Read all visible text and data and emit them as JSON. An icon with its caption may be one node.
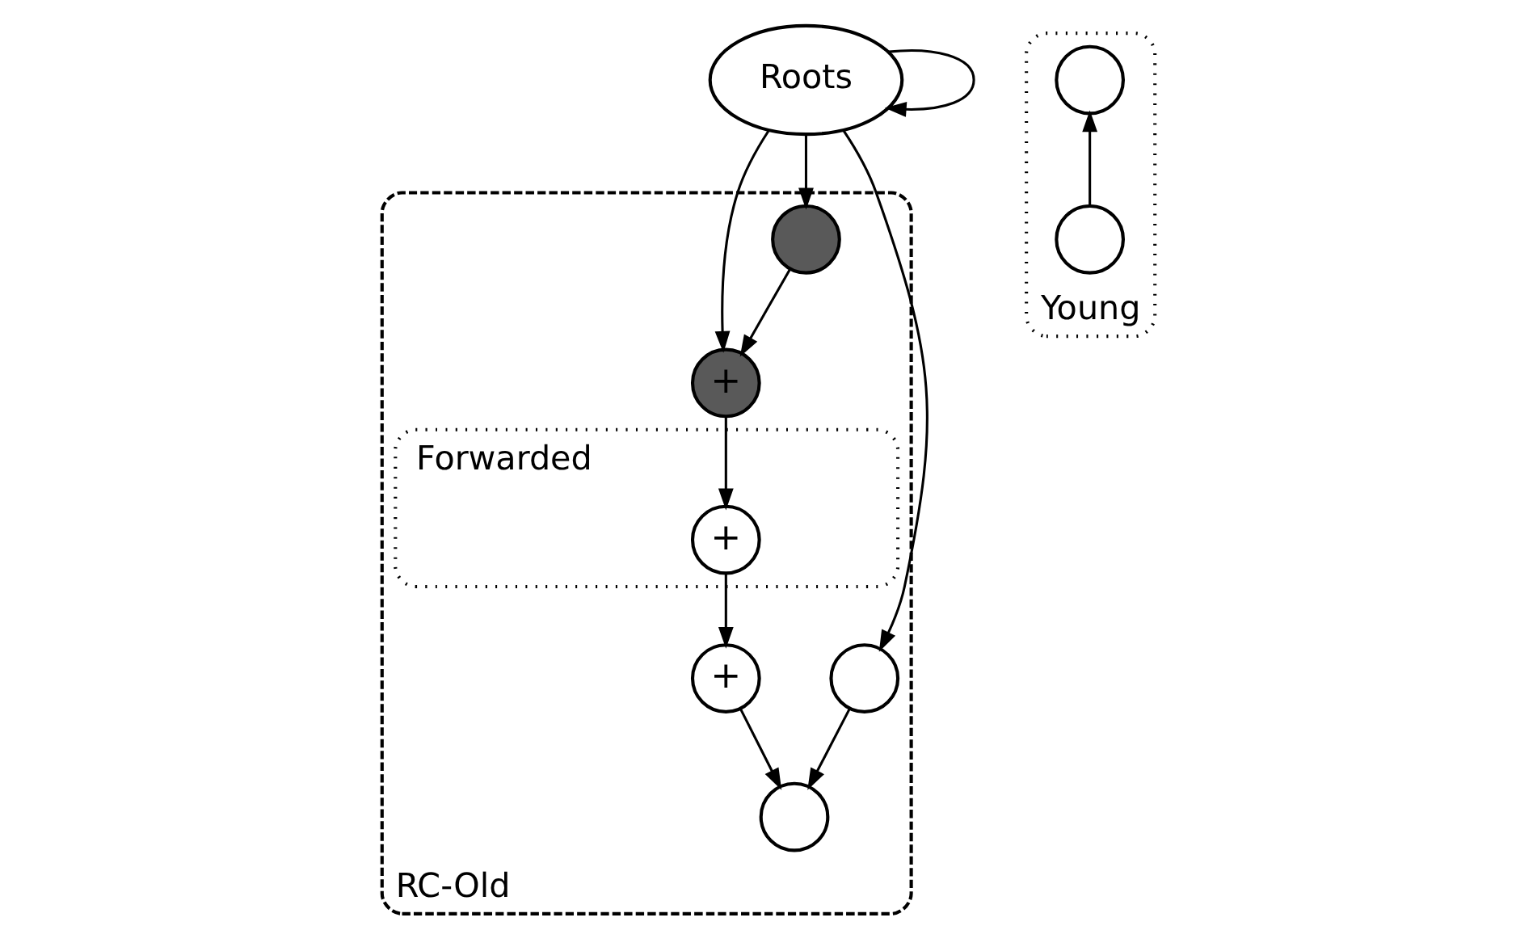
{
  "diagram": {
    "nodes": [
      {
        "text": [
          "Roots"
        ]
      },
      {
        "text": [
          "RC-Old"
        ]
      },
      {
        "text": [],
        "shape": "circle",
        "in": 1
      },
      {
        "text": [],
        "shape": "circle",
        "in": 1
      },
      {
        "text": [
          "+"
        ],
        "in": 1
      },
      {
        "text": [
          "+"
        ],
        "in": 1
      },
      {
        "text": [],
        "shape": "circle",
        "in": 1
      },
      {
        "text": [
          "Forwarded"
        ],
        "in": 1
      },
      {
        "text": [
          "+"
        ],
        "in": 7
      },
      {
        "text": [
          "Young"
        ]
      },
      {
        "text": [],
        "shape": "circle",
        "in": 9
      },
      {
        "text": [],
        "shape": "circle",
        "in": 9
      }
    ],
    "edges": [
      {
        "from": 0,
        "to": 0,
        "arrow": "to"
      },
      {
        "from": 0,
        "to": 2,
        "arrow": "to"
      },
      {
        "from": 0,
        "to": 5,
        "arrow": "to"
      },
      {
        "from": 0,
        "to": 6,
        "arrow": "to"
      },
      {
        "from": 6,
        "to": 5,
        "arrow": "to"
      },
      {
        "from": 5,
        "to": 8,
        "arrow": "to"
      },
      {
        "from": 8,
        "to": 4,
        "arrow": "to"
      },
      {
        "from": 4,
        "to": 3,
        "arrow": "to"
      },
      {
        "from": 2,
        "to": 3,
        "arrow": "to"
      },
      {
        "from": 11,
        "to": 10,
        "arrow": "to"
      }
    ]
  }
}
